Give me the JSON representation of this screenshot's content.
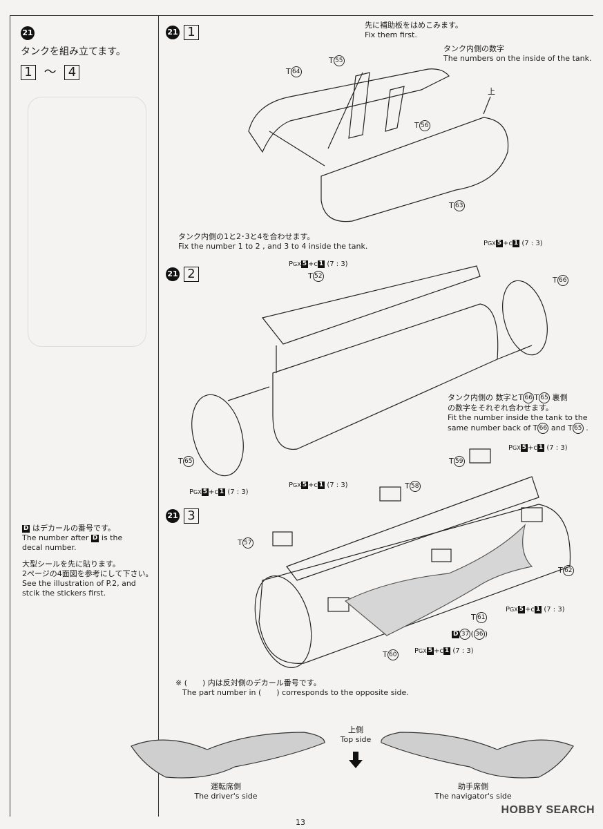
{
  "page_number": "13",
  "left": {
    "step_num": "21",
    "title": "タンクを組み立てます。",
    "range_from": "1",
    "range_sep": "〜",
    "range_to": "4",
    "decal_note_jp": "はデカールの番号です。",
    "decal_note_en_a": "The number after",
    "decal_note_en_b": "is the",
    "decal_note_en_c": "decal number.",
    "decal_key": "D",
    "sticker_jp_1": "大型シールを先に貼ります。",
    "sticker_jp_2": "2ページの4面図を参考にして下さい。",
    "sticker_en_1": "See the illustration of P.2, and",
    "sticker_en_2": "stcik the stickers first."
  },
  "step1": {
    "num": "21",
    "box": "1",
    "fix_first_jp": "先に補助板をはめこみます。",
    "fix_first_en": "Fix them first.",
    "inside_numbers_jp": "タンク内側の数字",
    "inside_numbers_en": "The numbers on the inside of the tank.",
    "up_jp": "上",
    "parts": {
      "t64": "T",
      "n64": "64",
      "t55": "T",
      "n55": "55",
      "t56": "T",
      "n56": "56",
      "t63": "T",
      "n63": "63"
    },
    "note_jp": "タンク内側の1と2･3と4を合わせます。",
    "note_en": "Fix the number 1 to 2 , and 3 to 4 inside the  tank."
  },
  "step2": {
    "num": "21",
    "box": "2",
    "paint_a": "(7 : 3)",
    "paint_b": "(7 : 3)",
    "paint_c": "(7 : 3)",
    "t52": "T",
    "n52": "52",
    "t66": "T",
    "n66": "66",
    "t65": "T",
    "n65": "65",
    "note_jp_1": "タンク内側の 数字とT",
    "note_jp_2": "T",
    "note_jp_3": "裏側",
    "note_jp_4": "の数字をそれぞれ合わせます。",
    "note_en_1": "Fit the number inside the tank to the",
    "note_en_2": "same number back of  T",
    "note_en_3": "and  T",
    "note_en_4": "."
  },
  "step3": {
    "num": "21",
    "box": "3",
    "paint_a": "(7 : 3)",
    "paint_b": "(7 : 3)",
    "paint_c": "(7 : 3)",
    "paint_d": "(7 : 3)",
    "t59": "T",
    "n59": "59",
    "t58": "T",
    "n58": "58",
    "t57": "T",
    "n57": "57",
    "t62": "T",
    "n62": "62",
    "t61": "T",
    "n61": "61",
    "t60": "T",
    "n60": "60",
    "decal_key": "D",
    "decal_a": "37",
    "decal_b": "36",
    "note_mark": "※",
    "note_jp": "(　　) 内は反対側のデカール番号です。",
    "note_en": "The part number in  (　　)  corresponds to the opposite side."
  },
  "bottom": {
    "top_jp": "上側",
    "top_en": "Top side",
    "driver_jp": "運転席側",
    "driver_en": "The driver's side",
    "nav_jp": "助手席側",
    "nav_en": "The navigator's side"
  },
  "paint_code": {
    "pgx": "P",
    "gx": "GX",
    "five": "5",
    "plus": "+",
    "c": "c",
    "one": "1"
  },
  "watermark": "HOBBY SEARCH"
}
